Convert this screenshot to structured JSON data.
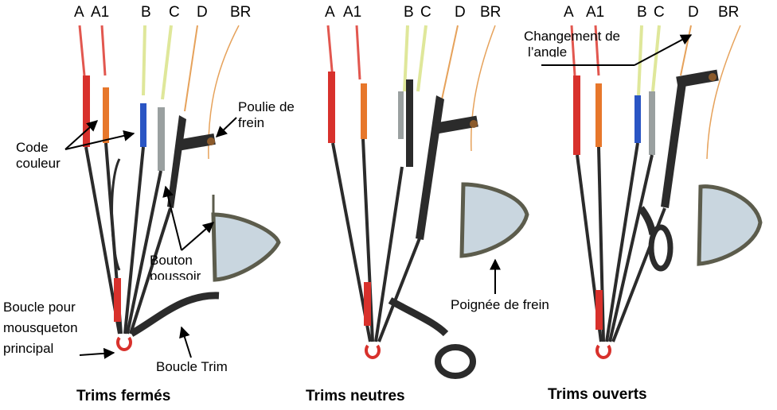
{
  "panels": [
    {
      "caption": "Trims fermés",
      "risers": [
        "A",
        "A1",
        "B",
        "C",
        "D",
        "BR"
      ]
    },
    {
      "caption": "Trims neutres",
      "risers": [
        "A",
        "A1",
        "B",
        "C",
        "D",
        "BR"
      ]
    },
    {
      "caption": "Trims ouverts",
      "risers": [
        "A",
        "A1",
        "B",
        "C",
        "D",
        "BR"
      ]
    }
  ],
  "annotations": {
    "color_code_1": "Code",
    "color_code_2": "couleur",
    "brake_pulley_1": "Poulie  de",
    "brake_pulley_2": "frein",
    "push_button_1": "Bouton",
    "push_button_2": "poussoir",
    "main_loop_1": "Boucle pour",
    "main_loop_2": "mousqueton",
    "main_loop_3": "principal",
    "trim_loop": "Boucle Trim",
    "brake_handle": "Poignée de frein",
    "angle_change_1": "Changement  de",
    "angle_change_2": "l’angle"
  },
  "colors": {
    "a_riser": "#d8312c",
    "a1_riser": "#e7772b",
    "b_riser": "#2a55c4",
    "line_a": "#e2574f",
    "line_yellow": "#dfe79a",
    "line_orange": "#e6a25b",
    "webbing": "#2b2b2b",
    "handle_light": "#c9d6df",
    "handle_dark": "#5c5c4c"
  }
}
